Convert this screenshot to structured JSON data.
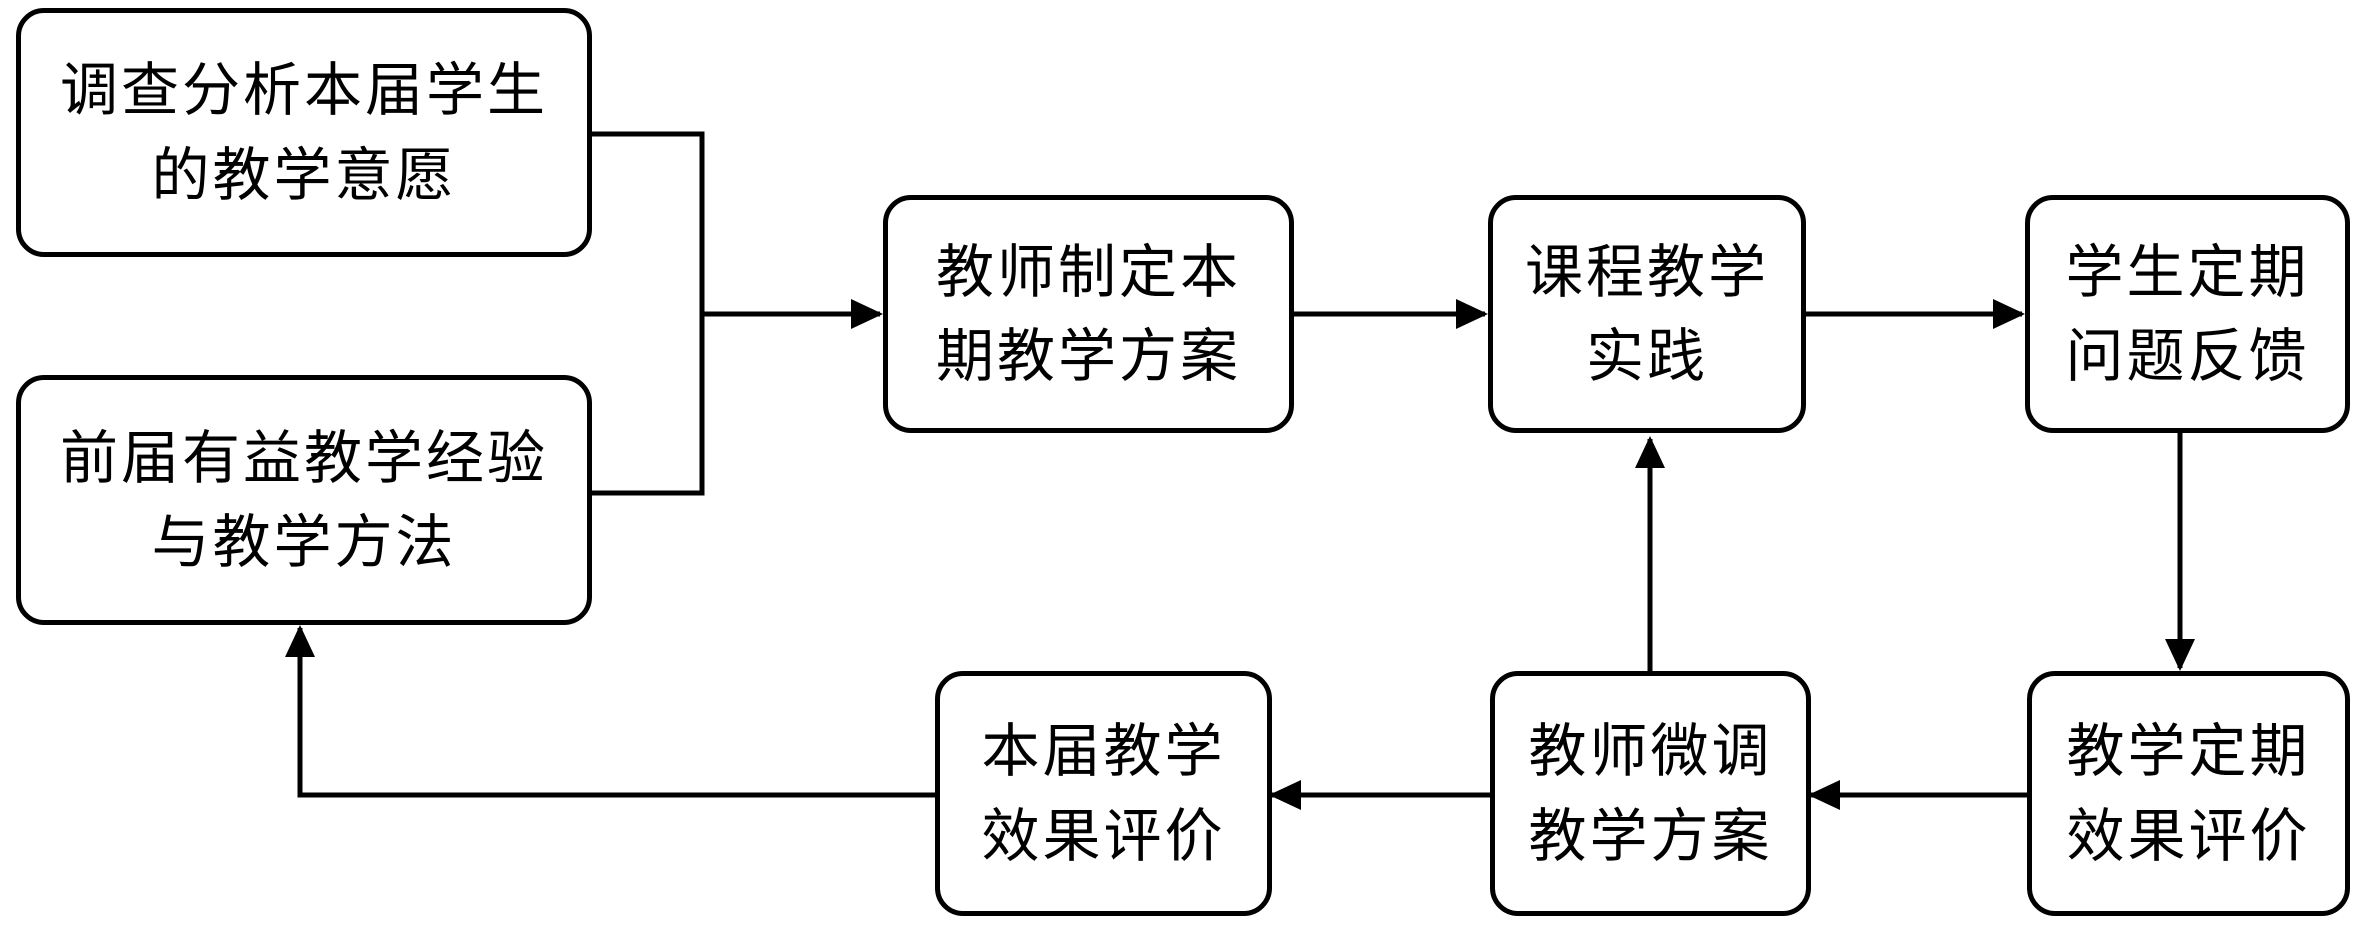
{
  "nodes": {
    "survey": {
      "line1": "调查分析本届学生",
      "line2": "的教学意愿"
    },
    "experience": {
      "line1": "前届有益教学经验",
      "line2": "与教学方法"
    },
    "plan": {
      "line1": "教师制定本",
      "line2": "期教学方案"
    },
    "practice": {
      "line1": "课程教学",
      "line2": "实践"
    },
    "feedback": {
      "line1": "学生定期",
      "line2": "问题反馈"
    },
    "periodic_eval": {
      "line1": "教学定期",
      "line2": "效果评价"
    },
    "adjust": {
      "line1": "教师微调",
      "line2": "教学方案"
    },
    "final_eval": {
      "line1": "本届教学",
      "line2": "效果评价"
    }
  },
  "colors": {
    "stroke": "#000000",
    "fill": "#ffffff"
  }
}
